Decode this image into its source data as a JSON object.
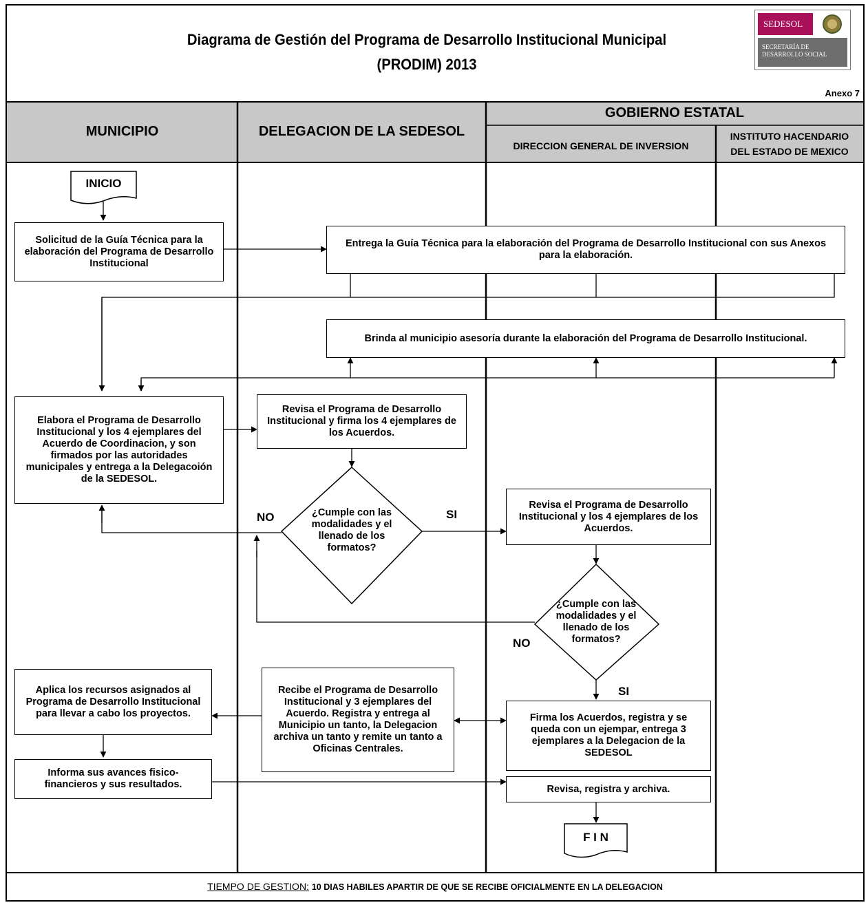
{
  "header": {
    "title_line1": "Diagrama de Gestión del Programa de Desarrollo Institucional Municipal",
    "title_line2": "(PRODIM) 2013",
    "anexo": "Anexo 7",
    "logo": {
      "brand": "SEDESOL",
      "subtitle_line1": "SECRETARÍA DE",
      "subtitle_line2": "DESARROLLO SOCIAL"
    }
  },
  "lanes": {
    "municipio": "MUNICIPIO",
    "delegacion": "DELEGACION DE LA SEDESOL",
    "gobierno_estatal": "GOBIERNO ESTATAL",
    "direccion": "DIRECCION GENERAL DE INVERSION",
    "instituto_line1": "INSTITUTO HACENDARIO",
    "instituto_line2": "DEL ESTADO DE MEXICO"
  },
  "nodes": {
    "inicio": "INICIO",
    "solicitud": "Solicitud de la Guía Técnica para la elaboración del Programa de Desarrollo Institucional",
    "entrega": "Entrega la Guía Técnica para la elaboración del Programa de Desarrollo Institucional con sus Anexos para la elaboración.",
    "brinda": "Brinda al municipio asesoría durante la elaboración del Programa de Desarrollo Institucional.",
    "elabora": "Elabora el Programa de Desarrollo Institucional y los 4 ejemplares del Acuerdo de Coordinacion, y son firmados por las autoridades municipales y entrega a la Delegacoión de la SEDESOL.",
    "revisa_delegacion": "Revisa el Programa de Desarrollo Institucional y firma los 4 ejemplares de los Acuerdos.",
    "decision1": "¿Cumple con las modalidades y el llenado de los formatos?",
    "revisa_direccion": "Revisa el Programa de Desarrollo Institucional y los 4 ejemplares de los Acuerdos.",
    "decision2": "¿Cumple con las modalidades y el llenado de los formatos?",
    "aplica": "Aplica los recursos asignados al Programa de Desarrollo Institucional para llevar a cabo los proyectos.",
    "recibe": "Recibe el Programa de Desarrollo Institucional y 3 ejemplares del Acuerdo. Registra y entrega al Municipio un tanto, la Delegacion archiva un tanto y remite un tanto a Oficinas Centrales.",
    "firma": "Firma los Acuerdos, registra y se queda con un ejempar, entrega 3 ejemplares a la Delegacion de la SEDESOL",
    "informa": "Informa sus avances fisico-financieros y sus resultados.",
    "revisa_registra": "Revisa, registra y archiva.",
    "fin": "F I N"
  },
  "labels": {
    "no1": "NO",
    "si1": "SI",
    "no2": "NO",
    "si2": "SI"
  },
  "footer": {
    "key": "TIEMPO DE GESTION:",
    "value": "10 DIAS HABILES APARTIR DE QUE SE RECIBE OFICIALMENTE EN LA DELEGACION"
  }
}
